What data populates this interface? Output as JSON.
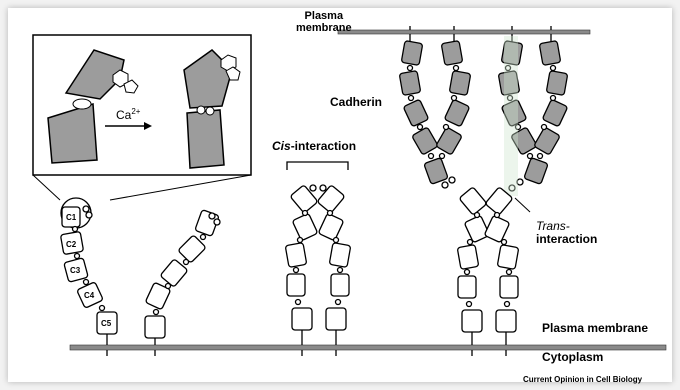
{
  "labels": {
    "plasma_membrane_top": "Plasma\nmembrane",
    "cadherin": "Cadherin",
    "cis_prefix": "Cis",
    "cis_suffix": "-interaction",
    "trans_prefix": "Trans-",
    "trans_suffix": "interaction",
    "calcium": "Ca",
    "calcium_charge": "2+",
    "plasma_membrane_bottom": "Plasma membrane",
    "cytoplasm": "Cytoplasm",
    "credit": "Current Opinion in Cell Biology"
  },
  "domains": [
    "C1",
    "C2",
    "C3",
    "C4",
    "C5"
  ],
  "colors": {
    "gray_domain": "#9c9c9c",
    "membrane": "#8a8a8a",
    "outline": "#000000"
  }
}
